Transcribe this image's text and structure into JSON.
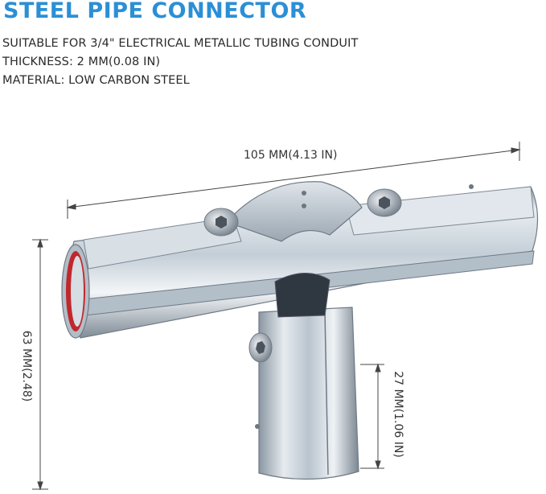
{
  "title": "STEEL PIPE CONNECTOR",
  "specs": [
    "SUITABLE FOR 3/4\" ELECTRICAL METALLIC TUBING CONDUIT",
    "THICKNESS: 2 MM(0.08 IN)",
    "MATERIAL: LOW CARBON STEEL"
  ],
  "dimensions": {
    "width": "105 MM(4.13 IN)",
    "height": "63 MM(2.48)",
    "tube_length": "27 MM(1.06 IN)"
  },
  "colors": {
    "title": "#2b8fd6",
    "metal": "#c9d3dc",
    "inner_ring": "#c0282e"
  }
}
